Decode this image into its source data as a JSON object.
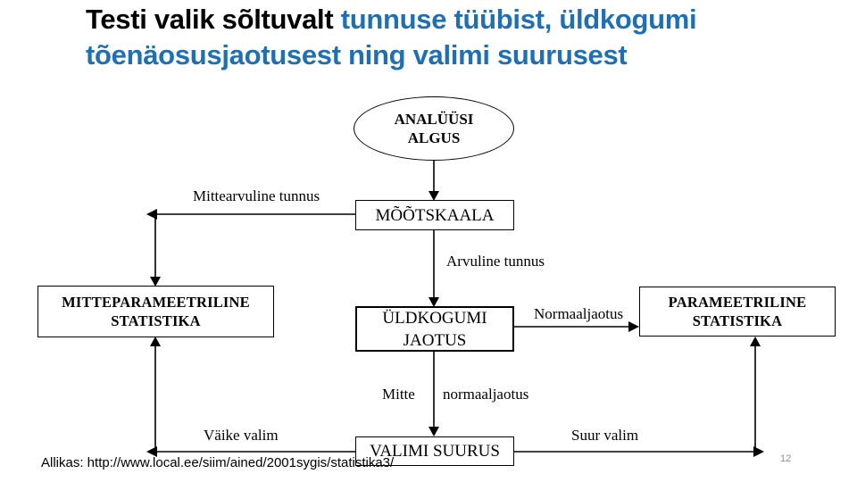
{
  "slide": {
    "page_number": "12",
    "title": {
      "black_part": "Testi valik sõltuvalt ",
      "blue_part": "tunnuse tüübist, üldkogumi tõenäosusjaotusest ning valimi suurusest",
      "blue_color": "#1F6FB2",
      "black_color": "#000000"
    },
    "source": "Allikas: http://www.local.ee/siim/ained/2001sygis/statistika3/"
  },
  "diagram": {
    "type": "flowchart",
    "nodes": [
      {
        "id": "start",
        "shape": "ellipse",
        "line1": "ANALÜÜSI",
        "line2": "ALGUS"
      },
      {
        "id": "scale",
        "shape": "rectangle",
        "line1": "MÕÕTSKAALA",
        "line2": ""
      },
      {
        "id": "nonparametric",
        "shape": "rectangle",
        "line1": "MITTEPARAMEETRILINE",
        "line2": "STATISTIKA"
      },
      {
        "id": "distribution",
        "shape": "rectangle",
        "line1": "ÜLDKOGUMI",
        "line2": "JAOTUS"
      },
      {
        "id": "parametric",
        "shape": "rectangle",
        "line1": "PARAMEETRILINE",
        "line2": "STATISTIKA"
      },
      {
        "id": "samplesize",
        "shape": "rectangle",
        "line1": "VALIMI SUURUS",
        "line2": ""
      }
    ],
    "edge_labels": {
      "non_numeric": "Mittearvuline tunnus",
      "numeric": "Arvuline tunnus",
      "normal": "Normaaljaotus",
      "not_normal_a": "Mitte",
      "not_normal_b": "normaaljaotus",
      "small_sample": "Väike valim",
      "large_sample": "Suur valim"
    }
  }
}
